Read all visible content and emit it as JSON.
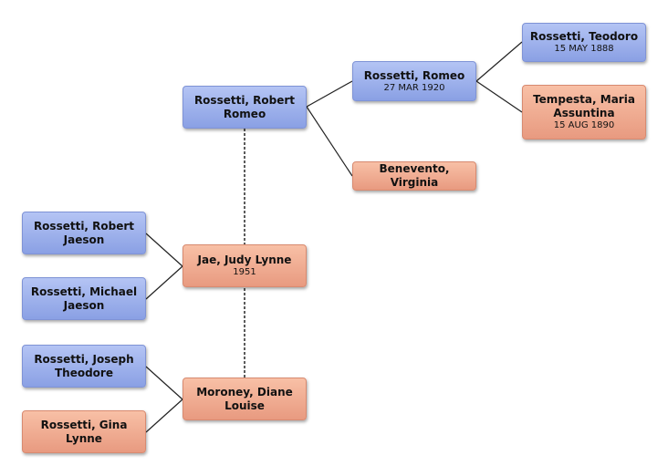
{
  "people": {
    "robert_romeo": {
      "name": "Rossetti, Robert Romeo",
      "sex": "male",
      "date": ""
    },
    "romeo": {
      "name": "Rossetti, Romeo",
      "sex": "male",
      "date": "27 MAR 1920"
    },
    "teodoro": {
      "name": "Rossetti, Teodoro",
      "sex": "male",
      "date": "15 MAY 1888"
    },
    "maria": {
      "name": "Tempesta, Maria Assuntina",
      "sex": "female",
      "date": "15 AUG 1890"
    },
    "virginia": {
      "name": "Benevento, Virginia",
      "sex": "female",
      "date": ""
    },
    "robert_jaeson": {
      "name": "Rossetti, Robert Jaeson",
      "sex": "male",
      "date": ""
    },
    "michael_jaeson": {
      "name": "Rossetti, Michael Jaeson",
      "sex": "male",
      "date": ""
    },
    "judy": {
      "name": "Jae, Judy Lynne",
      "sex": "female",
      "date": "1951"
    },
    "joseph": {
      "name": "Rossetti, Joseph Theodore",
      "sex": "male",
      "date": ""
    },
    "gina": {
      "name": "Rossetti, Gina Lynne",
      "sex": "female",
      "date": ""
    },
    "diane": {
      "name": "Moroney, Diane Louise",
      "sex": "female",
      "date": ""
    }
  },
  "colors": {
    "male_top": "#b4c4f4",
    "male_bottom": "#8aa0e4",
    "female_top": "#f8c0a6",
    "female_bottom": "#e89a80",
    "line": "#222222"
  }
}
